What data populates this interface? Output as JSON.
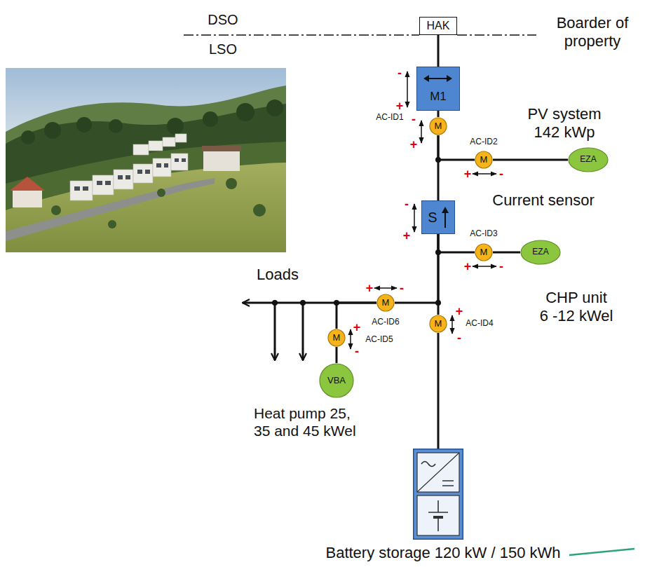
{
  "diagram": {
    "nodes": [
      {
        "text": [
          "HAK"
        ]
      },
      {
        "text": [
          "M1"
        ]
      },
      {
        "text": [
          "M",
          "AC-ID1"
        ]
      },
      {
        "text": [
          "M",
          "AC-ID2"
        ]
      },
      {
        "text": [
          "EZA",
          "PV system 142 kWp"
        ]
      },
      {
        "text": [
          "S"
        ]
      },
      {
        "text": [
          "M",
          "AC-ID3"
        ]
      },
      {
        "text": [
          "EZA",
          "CHP unit 6 -12 kWel"
        ]
      },
      {
        "text": [
          "M",
          "AC-ID6"
        ]
      },
      {
        "text": [
          "M",
          "AC-ID5"
        ]
      },
      {
        "text": [
          "VBA",
          "Heat pump 25, 35 and 45 kWel"
        ]
      },
      {
        "text": [
          "M",
          "AC-ID4"
        ]
      },
      {
        "text": [
          "Battery storage 120 kW / 150 kWh"
        ]
      }
    ],
    "edges": [
      {
        "from": 0,
        "to": 1,
        "arrow": "none"
      },
      {
        "from": 1,
        "to": 2,
        "arrow": "none"
      },
      {
        "from": 2,
        "to": 3,
        "arrow": "none"
      },
      {
        "from": 2,
        "to": 5,
        "arrow": "none"
      },
      {
        "from": 3,
        "to": 4,
        "arrow": "none"
      },
      {
        "from": 5,
        "to": 6,
        "arrow": "none"
      },
      {
        "from": 5,
        "to": 8,
        "arrow": "none"
      },
      {
        "from": 5,
        "to": 11,
        "arrow": "none"
      },
      {
        "from": 6,
        "to": 7,
        "arrow": "none"
      },
      {
        "from": 8,
        "to": 9,
        "arrow": "none"
      },
      {
        "from": 9,
        "to": 10,
        "arrow": "none"
      },
      {
        "from": 11,
        "to": 12,
        "arrow": "none"
      }
    ],
    "labels": [
      "DSO",
      "LSO",
      "Boarder of property",
      "Current sensor",
      "Loads",
      "-",
      "+",
      "-",
      "+",
      "+",
      "-",
      "-",
      "+",
      "+",
      "-",
      "+",
      "-",
      "+",
      "-",
      "+",
      "-"
    ]
  }
}
